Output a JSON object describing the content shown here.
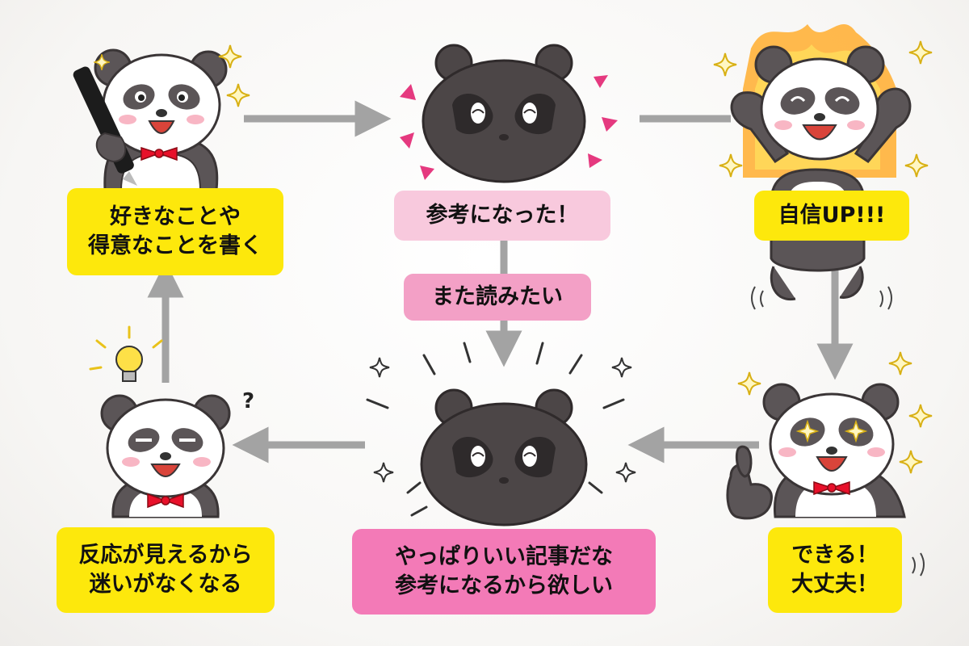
{
  "nodes": {
    "write": {
      "lines": [
        "好きなことや",
        "得意なことを書く"
      ]
    },
    "useful": {
      "lines": [
        "参考になった！"
      ]
    },
    "read_again": {
      "lines": [
        "また読みたい"
      ]
    },
    "confidence": {
      "lines": [
        "自信UP!!!"
      ]
    },
    "can_do": {
      "lines": [
        "できる！",
        "大丈夫！"
      ]
    },
    "good_article": {
      "lines": [
        "やっぱりいい記事だな",
        "参考になるから欲しい"
      ]
    },
    "reaction": {
      "lines": [
        "反応が見えるから",
        "迷いがなくなる"
      ]
    }
  },
  "decor": {
    "question_mark": "?"
  },
  "colors": {
    "yellow": "#fde80c",
    "pink_light": "#f8c9dd",
    "pink": "#f3a0c6",
    "pink_strong": "#f37ab7",
    "arrow": "#a3a3a3",
    "panda_dark": "#5b5557",
    "tanuki": "#4c4647",
    "bowtie": "#e8102a",
    "fire": "#ff9a1a",
    "sparkle": "#e9c21a"
  }
}
